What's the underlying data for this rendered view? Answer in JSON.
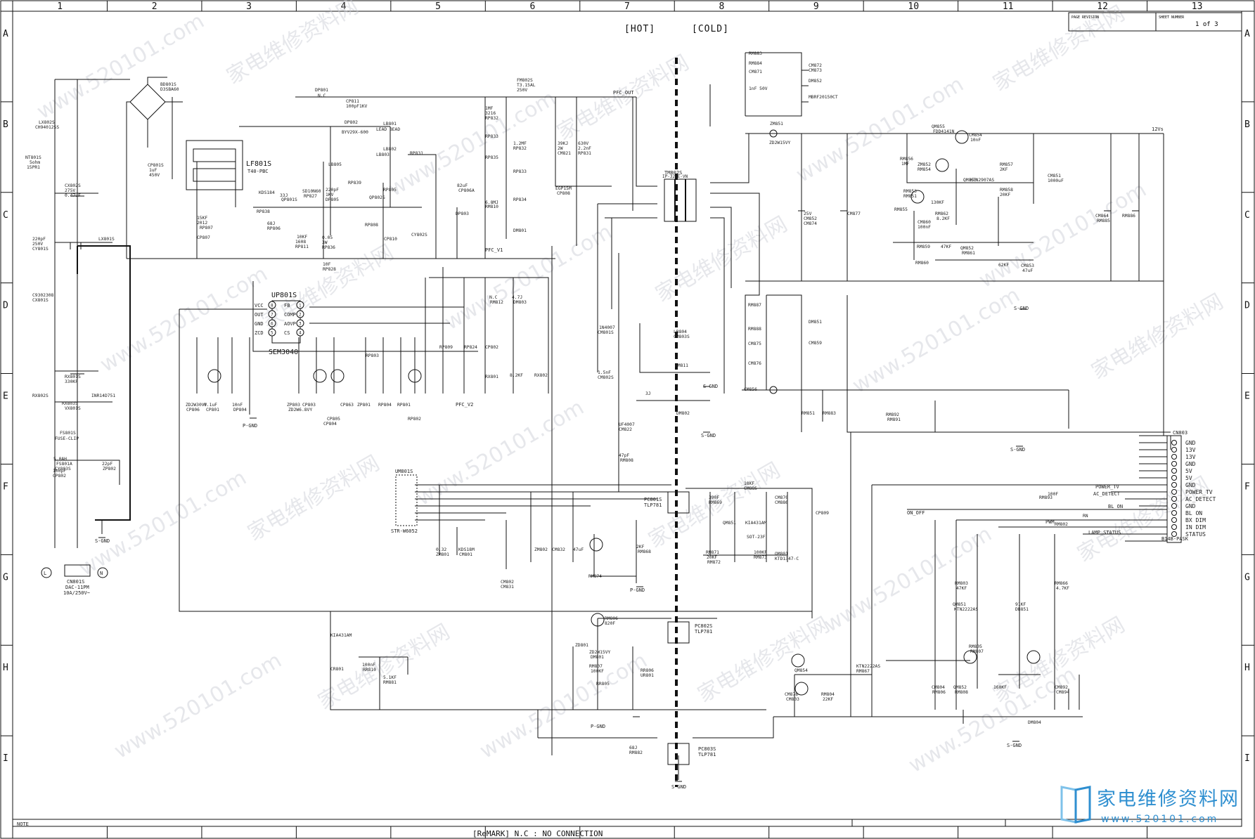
{
  "columns": [
    "1",
    "2",
    "3",
    "4",
    "5",
    "6",
    "7",
    "8",
    "9",
    "10",
    "11",
    "12",
    "13"
  ],
  "rows": [
    "A",
    "B",
    "C",
    "D",
    "E",
    "F",
    "G",
    "H",
    "I"
  ],
  "header": {
    "hot": "[HOT]",
    "cold": "[COLD]"
  },
  "title_block": {
    "page_revision": "PAGE REVISION",
    "sheet_number": "SHEET NUMBER",
    "sheet": "1 of 3"
  },
  "footer": {
    "note": "NOTE",
    "remark": "[ReMARK] N.C : NO CONNECTION"
  },
  "watermark": {
    "cn": "家电维修资料网",
    "url": "www.520101.com"
  },
  "logo": {
    "cn": "家电维修资料网",
    "url": "www.520101.com"
  },
  "ics": {
    "up801s": {
      "name": "UP801S",
      "part": "SEM3040",
      "left_pins": [
        "VCC",
        "OUT",
        "GND",
        "ZCD"
      ],
      "right_pins": [
        "FB",
        "COMP",
        "AOVP",
        "CS"
      ],
      "left_nums": [
        "8",
        "7",
        "6",
        "5"
      ],
      "right_nums": [
        "1",
        "2",
        "3",
        "4"
      ]
    },
    "um801s": {
      "name": "UM801S",
      "part": "STR-W6052"
    },
    "lf801s": {
      "name": "LF801S",
      "sub": "T40-PBC"
    },
    "tm802s": {
      "name": "TM802S",
      "part": "IP-32SE-VN"
    },
    "cn803": {
      "name": "CN803",
      "part": "B14B-PASK",
      "pins": [
        "GND",
        "13V",
        "13V",
        "GND",
        "5V",
        "5V",
        "GND",
        "POWER_TV",
        "AC_DETECT",
        "GND",
        "BL ON",
        "BX DIM",
        "IN DIM",
        "STATUS"
      ]
    },
    "cn801s": {
      "name": "CN801S",
      "part": "DAC-11PM",
      "rating": "10A/250V~"
    }
  },
  "signals": {
    "pfc_out": "PFC_OUT",
    "pfc_v1": "PFC_V1",
    "pfc_v2": "PFC_V2",
    "twelve_v": "12Vs",
    "power_tv": "POWER_TV",
    "ac_detect": "AC_DETECT",
    "bl_on": "BL_ON",
    "on_off": "ON_OFF",
    "pwm": "PWM",
    "lamp_status": "LAMP_STATUS",
    "pgnd": "P-GND",
    "sgnd": "S-GND",
    "l": "L",
    "n": "N"
  },
  "couplers": {
    "pc801s": {
      "name": "PC801S",
      "part": "TLP781"
    },
    "pc802s": {
      "name": "PC802S",
      "part": "TLP781"
    },
    "pc803s": {
      "name": "PC803S",
      "part": "TLP781"
    }
  },
  "components": [
    {
      "t": "BD801S"
    },
    {
      "t": "D3SBA60"
    },
    {
      "t": "DP801"
    },
    {
      "t": "N.C"
    },
    {
      "t": "CP811"
    },
    {
      "t": "100pF1KV"
    },
    {
      "t": "FM802S"
    },
    {
      "t": "T3.15AL"
    },
    {
      "t": "250V"
    },
    {
      "t": "LX802S"
    },
    {
      "t": "CH94012SS"
    },
    {
      "t": "NT801S"
    },
    {
      "t": "5ohm"
    },
    {
      "t": "15PR1"
    },
    {
      "t": "CP801S"
    },
    {
      "t": "1uF"
    },
    {
      "t": "450V"
    },
    {
      "t": "CX802S"
    },
    {
      "t": "275V"
    },
    {
      "t": "0.47uF"
    },
    {
      "t": "DP802"
    },
    {
      "t": "BYV29X-600"
    },
    {
      "t": "LB801"
    },
    {
      "t": "LEAD BEAD"
    },
    {
      "t": "LB802"
    },
    {
      "t": "LB803"
    },
    {
      "t": "LB805"
    },
    {
      "t": "RP831"
    },
    {
      "t": "1MF"
    },
    {
      "t": "3216"
    },
    {
      "t": "RP832"
    },
    {
      "t": "RP833"
    },
    {
      "t": "RP835"
    },
    {
      "t": "6.8MJ"
    },
    {
      "t": "RM810"
    },
    {
      "t": "39KJ"
    },
    {
      "t": "2W"
    },
    {
      "t": "CM821"
    },
    {
      "t": "630V"
    },
    {
      "t": "2.2nF"
    },
    {
      "t": "RP831"
    },
    {
      "t": "1.2MF"
    },
    {
      "t": "RP832"
    },
    {
      "t": "RP833"
    },
    {
      "t": "RP834"
    },
    {
      "t": "DM801"
    },
    {
      "t": "EGP15M"
    },
    {
      "t": "CP808"
    },
    {
      "t": "82uF"
    },
    {
      "t": "CP806A"
    },
    {
      "t": "DP803"
    },
    {
      "t": "KDS184"
    },
    {
      "t": "RP838"
    },
    {
      "t": "33J"
    },
    {
      "t": "QP801S"
    },
    {
      "t": "SD10N60"
    },
    {
      "t": "RP827"
    },
    {
      "t": "68J"
    },
    {
      "t": "RP806"
    },
    {
      "t": "15KF"
    },
    {
      "t": "2012"
    },
    {
      "t": "RP807"
    },
    {
      "t": "CP807"
    },
    {
      "t": "220pF"
    },
    {
      "t": "1KV"
    },
    {
      "t": "DP805"
    },
    {
      "t": "RP839"
    },
    {
      "t": "QP802S"
    },
    {
      "t": "RP805"
    },
    {
      "t": "10KF"
    },
    {
      "t": "1608"
    },
    {
      "t": "RP811"
    },
    {
      "t": "0.05"
    },
    {
      "t": "3W"
    },
    {
      "t": "RP836"
    },
    {
      "t": "10F"
    },
    {
      "t": "RP828"
    },
    {
      "t": "RP808"
    },
    {
      "t": "CP810"
    },
    {
      "t": "CY802S"
    },
    {
      "t": "220pF"
    },
    {
      "t": "250V"
    },
    {
      "t": "CY801S"
    },
    {
      "t": "LX801S"
    },
    {
      "t": "C9302308"
    },
    {
      "t": "CX801S"
    },
    {
      "t": "RX801S"
    },
    {
      "t": "330KF"
    },
    {
      "t": "RX802S"
    },
    {
      "t": "RX803S"
    },
    {
      "t": "VX801S"
    },
    {
      "t": "INR14D751"
    },
    {
      "t": "FS801S"
    },
    {
      "t": "FUSE-CLIP"
    },
    {
      "t": "5.0AH"
    },
    {
      "t": "FS801A"
    },
    {
      "t": "CY803S"
    },
    {
      "t": "100pF"
    },
    {
      "t": "CP802"
    },
    {
      "t": "22pF"
    },
    {
      "t": "ZP802"
    },
    {
      "t": "ZD2W30VY"
    },
    {
      "t": "CP806"
    },
    {
      "t": "0.1uF"
    },
    {
      "t": "CP801"
    },
    {
      "t": "10nF"
    },
    {
      "t": "DP804"
    },
    {
      "t": "ZP803"
    },
    {
      "t": "ZD2W6.8VY"
    },
    {
      "t": "CP803"
    },
    {
      "t": "CP805"
    },
    {
      "t": "CP804"
    },
    {
      "t": "CP863"
    },
    {
      "t": "ZP801"
    },
    {
      "t": "RP804"
    },
    {
      "t": "RP801"
    },
    {
      "t": "RP802"
    },
    {
      "t": "RP803"
    },
    {
      "t": "RP809"
    },
    {
      "t": "RP824"
    },
    {
      "t": "CP802"
    },
    {
      "t": "RX801"
    },
    {
      "t": "8.2KF"
    },
    {
      "t": "RX802"
    },
    {
      "t": "N.C"
    },
    {
      "t": "RM812"
    },
    {
      "t": "4.7J"
    },
    {
      "t": "DM803"
    },
    {
      "t": "1N4007"
    },
    {
      "t": "CM801S"
    },
    {
      "t": "1.5nF"
    },
    {
      "t": "CM802S"
    },
    {
      "t": "LB804"
    },
    {
      "t": "CM803S"
    },
    {
      "t": "RM811"
    },
    {
      "t": "3J"
    },
    {
      "t": "DM802"
    },
    {
      "t": "UF4007"
    },
    {
      "t": "CM822"
    },
    {
      "t": "47pF"
    },
    {
      "t": "RM808"
    },
    {
      "t": "0.32"
    },
    {
      "t": "ZM801"
    },
    {
      "t": "KDS18M"
    },
    {
      "t": "CM801"
    },
    {
      "t": "CM802"
    },
    {
      "t": "CM831"
    },
    {
      "t": "ZM802"
    },
    {
      "t": "CM832"
    },
    {
      "t": "47uF"
    },
    {
      "t": "RM874"
    },
    {
      "t": "2KF"
    },
    {
      "t": "RM868"
    },
    {
      "t": "390F"
    },
    {
      "t": "RM869"
    },
    {
      "t": "18KF"
    },
    {
      "t": "CM885"
    },
    {
      "t": "CM870"
    },
    {
      "t": "CM886"
    },
    {
      "t": "QM851"
    },
    {
      "t": "KIA431AM"
    },
    {
      "t": "SOT-23F"
    },
    {
      "t": "RM871"
    },
    {
      "t": "20KF"
    },
    {
      "t": "RM872"
    },
    {
      "t": "100KF"
    },
    {
      "t": "RM873"
    },
    {
      "t": "QM801"
    },
    {
      "t": "KTD1347-C"
    },
    {
      "t": "CP809"
    },
    {
      "t": "RM806"
    },
    {
      "t": "820F"
    },
    {
      "t": "ZD801"
    },
    {
      "t": "ZD2W15VY"
    },
    {
      "t": "DM801"
    },
    {
      "t": "RM807"
    },
    {
      "t": "100KF"
    },
    {
      "t": "RR805"
    },
    {
      "t": "RR806"
    },
    {
      "t": "UR801"
    },
    {
      "t": "KIA431AM"
    },
    {
      "t": "CR801"
    },
    {
      "t": "100nF"
    },
    {
      "t": "RR810"
    },
    {
      "t": "5.1KF"
    },
    {
      "t": "RM881"
    },
    {
      "t": "68J"
    },
    {
      "t": "RM882"
    },
    {
      "t": "RM883"
    },
    {
      "t": "RM884"
    },
    {
      "t": "CM871"
    },
    {
      "t": "1nF 50V"
    },
    {
      "t": "CM872"
    },
    {
      "t": "CM873"
    },
    {
      "t": "DM852"
    },
    {
      "t": "MBRF20150CT"
    },
    {
      "t": "ZM851"
    },
    {
      "t": "ZD2W15VY"
    },
    {
      "t": "QM855"
    },
    {
      "t": "FDD4141N"
    },
    {
      "t": "CM854"
    },
    {
      "t": "10nF"
    },
    {
      "t": "RM856"
    },
    {
      "t": "1MF"
    },
    {
      "t": "ZM852"
    },
    {
      "t": "RM854"
    },
    {
      "t": "QM853"
    },
    {
      "t": "KTN2907AS"
    },
    {
      "t": "RM853"
    },
    {
      "t": "RM851"
    },
    {
      "t": "RM855"
    },
    {
      "t": "130KF"
    },
    {
      "t": "RM862"
    },
    {
      "t": "8.2KF"
    },
    {
      "t": "CM860"
    },
    {
      "t": "100nF"
    },
    {
      "t": "RM857"
    },
    {
      "t": "2KF"
    },
    {
      "t": "RM858"
    },
    {
      "t": "20KF"
    },
    {
      "t": "CM851"
    },
    {
      "t": "1000uF"
    },
    {
      "t": "25V"
    },
    {
      "t": "CM852"
    },
    {
      "t": "CM874"
    },
    {
      "t": "CM877"
    },
    {
      "t": "RM859"
    },
    {
      "t": "47KF"
    },
    {
      "t": "QM852"
    },
    {
      "t": "RM861"
    },
    {
      "t": "RM860"
    },
    {
      "t": "62KF"
    },
    {
      "t": "CM853"
    },
    {
      "t": "47uF"
    },
    {
      "t": "CM864"
    },
    {
      "t": "RM885"
    },
    {
      "t": "RM886"
    },
    {
      "t": "RM887"
    },
    {
      "t": "RM888"
    },
    {
      "t": "CM875"
    },
    {
      "t": "CM876"
    },
    {
      "t": "DM851"
    },
    {
      "t": "CM859"
    },
    {
      "t": "CM856"
    },
    {
      "t": "RM851"
    },
    {
      "t": "RM883"
    },
    {
      "t": "RM892"
    },
    {
      "t": "RM891"
    },
    {
      "t": "RM893"
    },
    {
      "t": "RN"
    },
    {
      "t": "RM802"
    },
    {
      "t": "100F"
    },
    {
      "t": "RM803"
    },
    {
      "t": "47KF"
    },
    {
      "t": "QM851"
    },
    {
      "t": "KTN2222AS"
    },
    {
      "t": "RM805"
    },
    {
      "t": "RM807"
    },
    {
      "t": "91KF"
    },
    {
      "t": "DB851"
    },
    {
      "t": "RM866"
    },
    {
      "t": "4.7KF"
    },
    {
      "t": "QM854"
    },
    {
      "t": "KTN2222AS"
    },
    {
      "t": "RM867"
    },
    {
      "t": "CM878"
    },
    {
      "t": "CM803"
    },
    {
      "t": "RM804"
    },
    {
      "t": "22KF"
    },
    {
      "t": "CM804"
    },
    {
      "t": "RM806"
    },
    {
      "t": "QM852"
    },
    {
      "t": "RM808"
    },
    {
      "t": "160KF"
    },
    {
      "t": "DM804"
    },
    {
      "t": "CM892"
    },
    {
      "t": "CM894"
    }
  ]
}
